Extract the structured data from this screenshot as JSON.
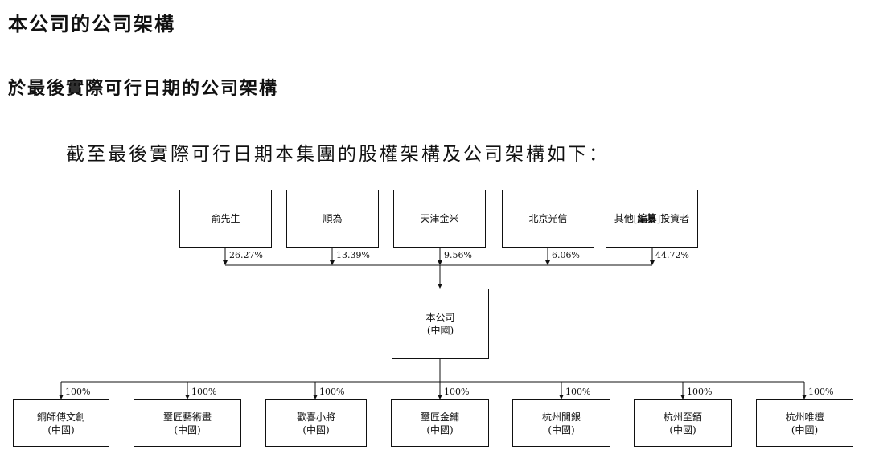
{
  "headings": {
    "section_title": "本公司的公司架構",
    "subsection_title": "於最後實際可行日期的公司架構",
    "intro": "截至最後實際可行日期本集團的股權架構及公司架構如下："
  },
  "shareholders": [
    {
      "name": "俞先生",
      "pct": "26.27%"
    },
    {
      "name": "順為",
      "pct": "13.39%"
    },
    {
      "name": "天津金米",
      "pct": "9.56%"
    },
    {
      "name": "北京光信",
      "pct": "6.06%"
    },
    {
      "name_prefix": "其他[",
      "name_redacted": "編纂",
      "name_suffix": "]投資者",
      "pct": "44.72%"
    }
  ],
  "company": {
    "name": "本公司",
    "region": "(中國)"
  },
  "subsidiaries": [
    {
      "name": "銅師傅文創",
      "region": "(中國)",
      "pct": "100%"
    },
    {
      "name": "璽匠藝術畫",
      "region": "(中國)",
      "pct": "100%"
    },
    {
      "name": "歡喜小將",
      "region": "(中國)",
      "pct": "100%"
    },
    {
      "name": "璽匠金鋪",
      "region": "(中國)",
      "pct": "100%"
    },
    {
      "name": "杭州閬銀",
      "region": "(中國)",
      "pct": "100%"
    },
    {
      "name": "杭州至銆",
      "region": "(中國)",
      "pct": "100%"
    },
    {
      "name": "杭州唯檀",
      "region": "(中國)",
      "pct": "100%"
    }
  ]
}
